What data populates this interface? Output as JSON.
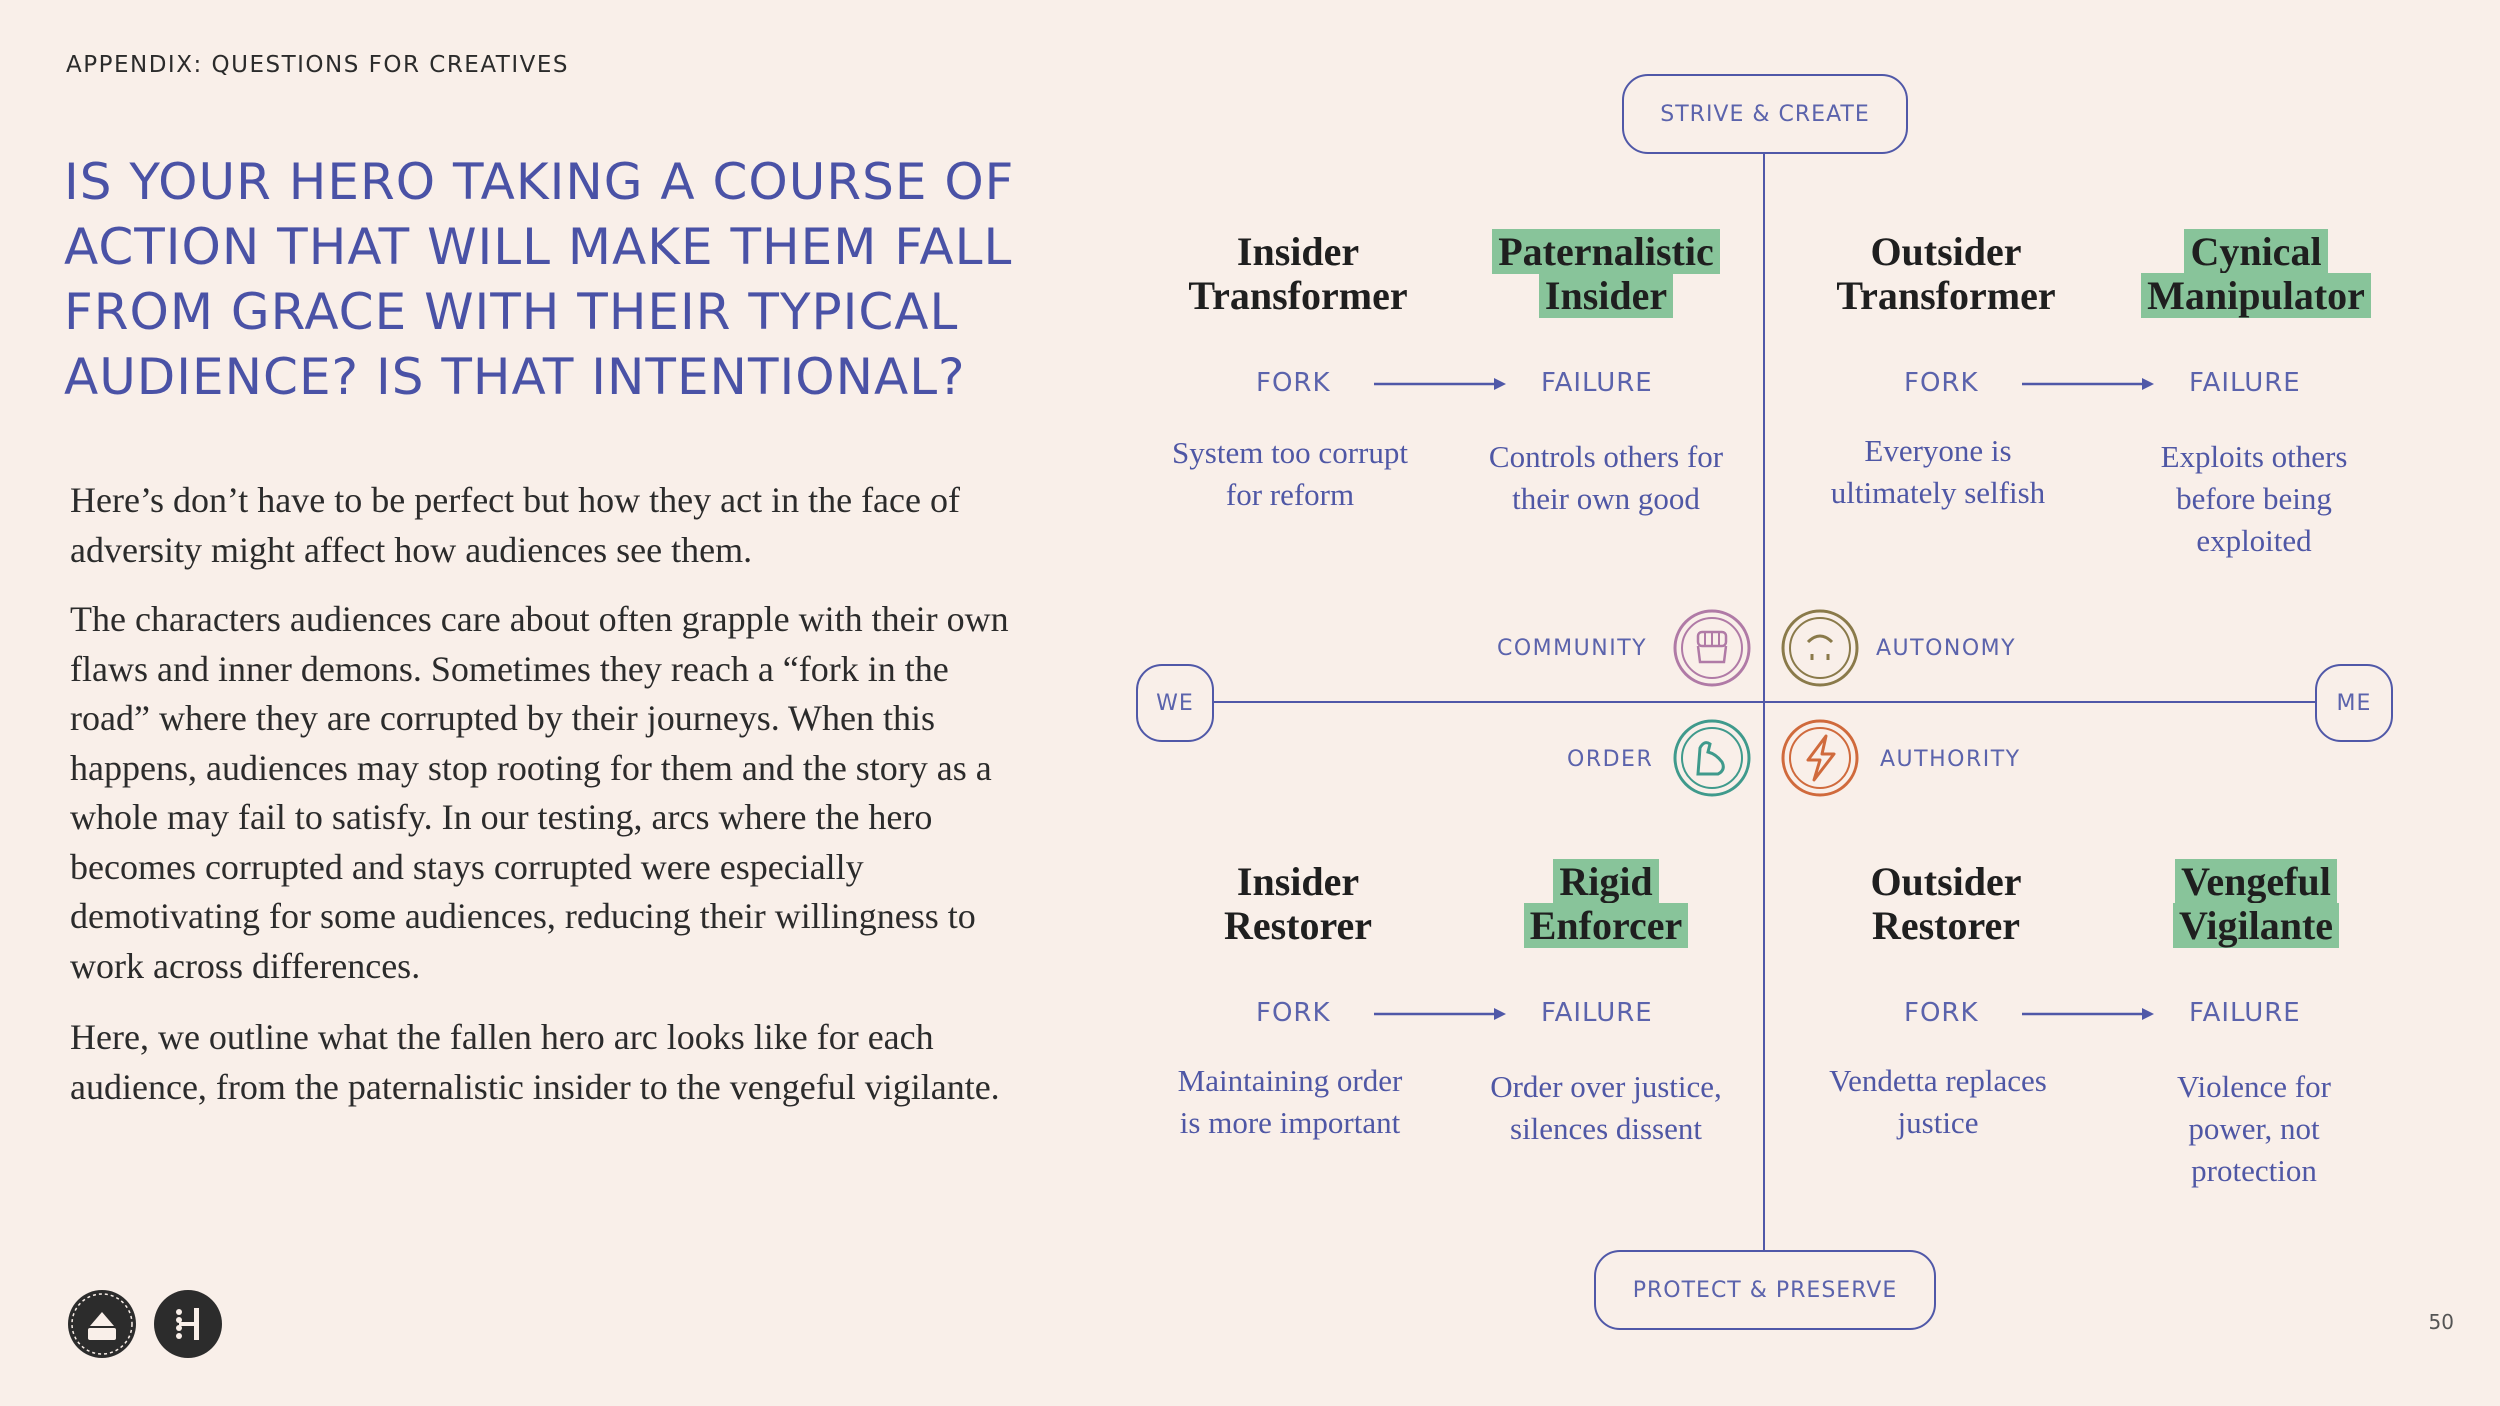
{
  "appendix": "APPENDIX: QUESTIONS FOR CREATIVES",
  "heading": "IS YOUR HERO TAKING A COURSE OF ACTION THAT WILL MAKE THEM FALL FROM GRACE WITH THEIR TYPICAL AUDIENCE? IS THAT INTENTIONAL?",
  "paragraphs": [
    "Here’s don’t have to be perfect but how they act in the face of adversity might affect how audiences see them.",
    "The characters audiences care about often grapple with their own flaws and inner demons. Sometimes they reach a “fork in the road” where they are corrupted by their journeys. When this happens, audiences may stop rooting for them and the story as a whole may fail to satisfy. In our testing, arcs where the hero becomes corrupted and stays corrupted were especially demotivating for some audiences, reducing their willingness to work across differences.",
    "Here, we outline what the fallen hero arc looks like for each audience, from the paternalistic insider to the vengeful vigilante."
  ],
  "axes": {
    "top": "STRIVE & CREATE",
    "bottom": "PROTECT & PRESERVE",
    "left": "WE",
    "right": "ME"
  },
  "values": {
    "community": "COMMUNITY",
    "autonomy": "AUTONOMY",
    "order": "ORDER",
    "authority": "AUTHORITY"
  },
  "labels": {
    "fork": "FORK",
    "failure": "FAILURE"
  },
  "quadrants": {
    "top_left": {
      "hero_line1": "Insider",
      "hero_line2": "Transformer",
      "fallen_line1": "Paternalistic",
      "fallen_line2": "Insider",
      "fork_desc": "System too corrupt for reform",
      "failure_desc": "Controls others for their own good"
    },
    "top_right": {
      "hero_line1": "Outsider",
      "hero_line2": "Transformer",
      "fallen_line1": "Cynical",
      "fallen_line2": "Manipulator",
      "fork_desc": "Everyone is ultimately selfish",
      "failure_desc": "Exploits others before being exploited"
    },
    "bottom_left": {
      "hero_line1": "Insider",
      "hero_line2": "Restorer",
      "fallen_line1": "Rigid",
      "fallen_line2": "Enforcer",
      "fork_desc": "Maintaining order is more important",
      "failure_desc": "Order over justice, silences dissent"
    },
    "bottom_right": {
      "hero_line1": "Outsider",
      "hero_line2": "Restorer",
      "fallen_line1": "Vengeful",
      "fallen_line2": "Vigilante",
      "fork_desc": "Vendetta replaces justice",
      "failure_desc": "Violence for power, not protection"
    }
  },
  "page_number": "50",
  "logos": [
    "democracy-2076-logo",
    "h-logo"
  ],
  "colors": {
    "accent": "#5058a8",
    "highlight": "#88c49a",
    "background": "#f9efe9"
  }
}
